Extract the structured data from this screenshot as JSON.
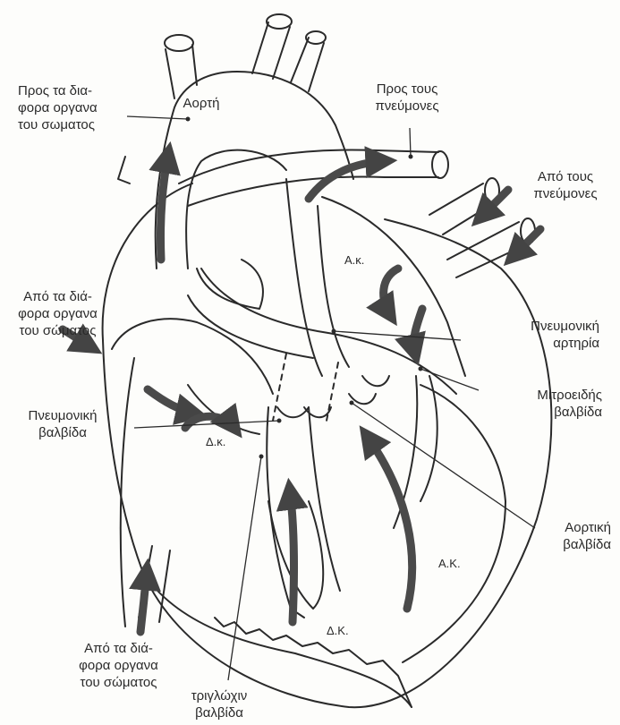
{
  "labels": {
    "aorta": "Αορτή",
    "to_body_organs": "Προς τα δια-\nφορα οργανα\nτου σωματος",
    "to_lungs": "Προς τους\nπνεύμονες",
    "from_lungs": "Από τους\nπνεύμονες",
    "from_body_organs_upper": "Από τα διά-\nφορα οργανα\nτου σώματος",
    "pulmonary_artery": "Πνευμονική\nαρτηρία",
    "mitral_valve": "Μιτροειδής\nβαλβίδα",
    "pulmonary_valve": "Πνευμονική\nβαλβίδα",
    "aortic_valve": "Αορτική\nβαλβίδα",
    "from_body_organs_lower": "Από τα διά-\nφορα οργανα\nτου σώματος",
    "tricuspid_valve": "τριγλώχιν\nβαλβίδα",
    "left_atrium": "Α.κ.",
    "right_atrium": "Δ.κ.",
    "left_ventricle": "Α.Κ.",
    "right_ventricle": "Δ.Κ."
  },
  "colors": {
    "ink": "#2a2a2a",
    "arrow": "#4a4a4a",
    "paper": "#fdfdfb"
  }
}
